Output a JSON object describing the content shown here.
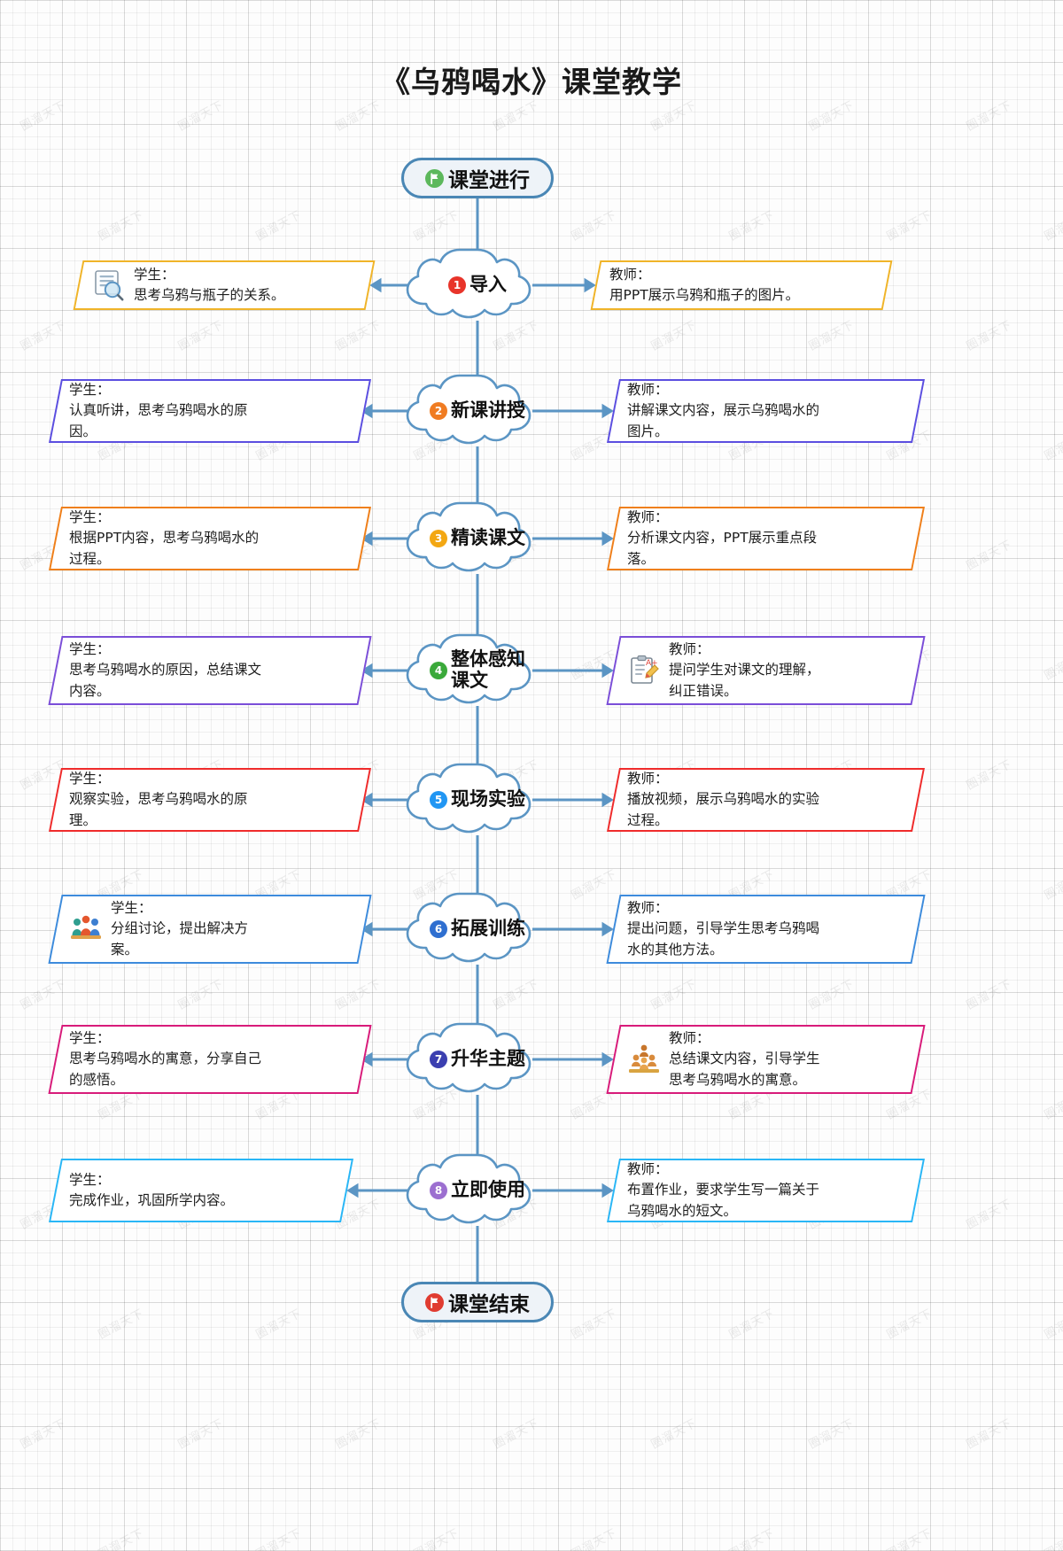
{
  "title": "《乌鸦喝水》课堂教学",
  "background": {
    "watermark_text": "圈溜天下",
    "grid_color": "#e8e8e8",
    "paper_color": "#fdfdfd"
  },
  "terminals": {
    "start": {
      "label": "课堂进行",
      "icon": "green-flag-icon",
      "icon_color": "#5cb85c",
      "border_color": "#4a87b5",
      "fill_color": "#eef3f8"
    },
    "end": {
      "label": "课堂结束",
      "icon": "red-flag-icon",
      "icon_color": "#e03c31",
      "border_color": "#4a87b5",
      "fill_color": "#eef3f8"
    }
  },
  "connector_color": "#5b95c4",
  "steps": [
    {
      "number": "1",
      "badge_color": "#e8342a",
      "title": "导入",
      "node_color": "#5b95c4",
      "left": {
        "role": "学生：",
        "body": "思考乌鸦与瓶子的关系。",
        "border_color": "#f0b429",
        "icon": "document-search-icon"
      },
      "right": {
        "role": "教师：",
        "body": "用PPT展示乌鸦和瓶子的图片。",
        "border_color": "#f0b429",
        "icon": null
      }
    },
    {
      "number": "2",
      "badge_color": "#f07c22",
      "title": "新课讲授",
      "node_color": "#5b95c4",
      "left": {
        "role": "学生：",
        "body": "认真听讲，思考乌鸦喝水的原\n因。",
        "border_color": "#5b4ee0",
        "icon": null
      },
      "right": {
        "role": "教师：",
        "body": "讲解课文内容，展示乌鸦喝水的\n图片。",
        "border_color": "#5b4ee0",
        "icon": null
      }
    },
    {
      "number": "3",
      "badge_color": "#f3a712",
      "title": "精读课文",
      "node_color": "#5b95c4",
      "left": {
        "role": "学生：",
        "body": "根据PPT内容，思考乌鸦喝水的\n过程。",
        "border_color": "#ef7f1a",
        "icon": null
      },
      "right": {
        "role": "教师：",
        "body": "分析课文内容，PPT展示重点段\n落。",
        "border_color": "#ef7f1a",
        "icon": null
      }
    },
    {
      "number": "4",
      "badge_color": "#3aa93a",
      "title": "整体感知\n课文",
      "node_color": "#5b95c4",
      "left": {
        "role": "学生：",
        "body": "思考乌鸦喝水的原因，总结课文\n内容。",
        "border_color": "#7b4ed8",
        "icon": null
      },
      "right": {
        "role": "教师：",
        "body": "提问学生对课文的理解，\n纠正错误。",
        "border_color": "#7b4ed8",
        "icon": "checklist-pencil-icon"
      }
    },
    {
      "number": "5",
      "badge_color": "#2196f3",
      "title": "现场实验",
      "node_color": "#5b95c4",
      "left": {
        "role": "学生：",
        "body": "观察实验，思考乌鸦喝水的原\n理。",
        "border_color": "#ef2b2b",
        "icon": null
      },
      "right": {
        "role": "教师：",
        "body": "播放视频，展示乌鸦喝水的实验\n过程。",
        "border_color": "#ef2b2b",
        "icon": null
      }
    },
    {
      "number": "6",
      "badge_color": "#2f6fd0",
      "title": "拓展训练",
      "node_color": "#5b95c4",
      "left": {
        "role": "学生：",
        "body": "分组讨论，提出解决方\n案。",
        "border_color": "#3d8bdc",
        "icon": "group-discussion-icon"
      },
      "right": {
        "role": "教师：",
        "body": "提出问题，引导学生思考乌鸦喝\n水的其他方法。",
        "border_color": "#3d8bdc",
        "icon": null
      }
    },
    {
      "number": "7",
      "badge_color": "#3b3fb0",
      "title": "升华主题",
      "node_color": "#5b95c4",
      "left": {
        "role": "学生：",
        "body": "思考乌鸦喝水的寓意，分享自己\n的感悟。",
        "border_color": "#d81b7a",
        "icon": null
      },
      "right": {
        "role": "教师：",
        "body": "总结课文内容，引导学生\n思考乌鸦喝水的寓意。",
        "border_color": "#d81b7a",
        "icon": "team-steps-icon"
      }
    },
    {
      "number": "8",
      "badge_color": "#9c6fd0",
      "title": "立即使用",
      "node_color": "#5b95c4",
      "left": {
        "role": "学生：",
        "body": "完成作业，巩固所学内容。",
        "border_color": "#29b6f6",
        "icon": null
      },
      "right": {
        "role": "教师：",
        "body": "布置作业，要求学生写一篇关于\n乌鸦喝水的短文。",
        "border_color": "#29b6f6",
        "icon": null
      }
    }
  ]
}
